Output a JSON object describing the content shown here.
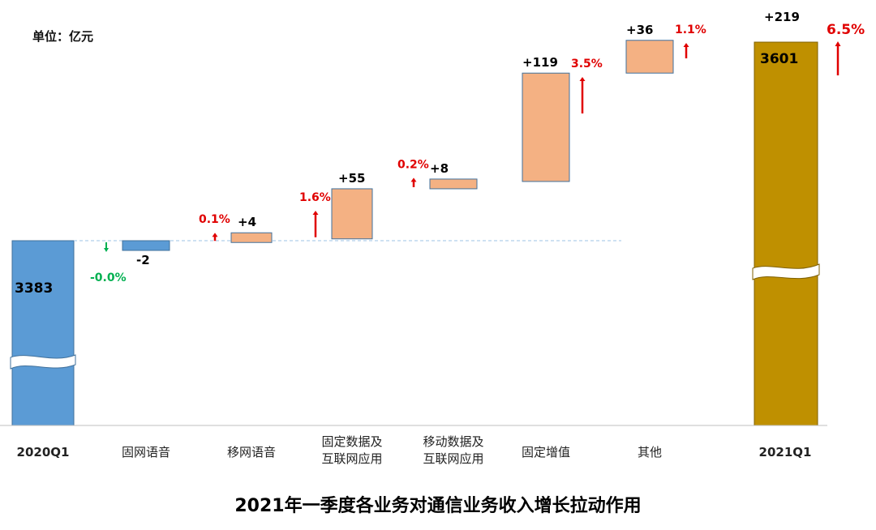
{
  "unit_label": "单位：亿元",
  "colors": {
    "start_bar": "#5b9bd5",
    "start_bar_edge": "#41719c",
    "end_bar": "#bf9000",
    "end_bar_edge": "#7f6000",
    "increase_bar": "#f4b183",
    "increase_bar_edge": "#41719c",
    "decrease_bar": "#5b9bd5",
    "up_arrow": "#e00000",
    "down_arrow": "#00b050",
    "baseline": "#9dc3e6"
  },
  "chart_data": {
    "type": "bar",
    "subtype": "waterfall",
    "title": "2021年一季度各业务对通信业务收入增长拉动作用",
    "unit": "亿元",
    "axis_break": true,
    "categories": [
      "2020Q1",
      "固网语音",
      "移网语音",
      "固定数据及互联网应用",
      "移动数据及互联网应用",
      "固定增值",
      "其他",
      "2021Q1"
    ],
    "category_lines": [
      [
        "2020Q1"
      ],
      [
        "固网语音"
      ],
      [
        "移网语音"
      ],
      [
        "固定数据及",
        "互联网应用"
      ],
      [
        "移动数据及",
        "互联网应用"
      ],
      [
        "固定增值"
      ],
      [
        "其他"
      ],
      [
        "2021Q1"
      ]
    ],
    "start": {
      "label": "2020Q1",
      "value": 3383,
      "value_label": "3383"
    },
    "changes": [
      {
        "category": "固网语音",
        "value": -2,
        "label": "-2",
        "contribution": "-0.0%",
        "direction": "down"
      },
      {
        "category": "移网语音",
        "value": 4,
        "label": "+4",
        "contribution": "0.1%",
        "direction": "up"
      },
      {
        "category": "固定数据及互联网应用",
        "value": 55,
        "label": "+55",
        "contribution": "1.6%",
        "direction": "up"
      },
      {
        "category": "移动数据及互联网应用",
        "value": 8,
        "label": "+8",
        "contribution": "0.2%",
        "direction": "up"
      },
      {
        "category": "固定增值",
        "value": 119,
        "label": "+119",
        "contribution": "3.5%",
        "direction": "up"
      },
      {
        "category": "其他",
        "value": 36,
        "label": "+36",
        "contribution": "1.1%",
        "direction": "up"
      }
    ],
    "end": {
      "label": "2021Q1",
      "value": 3601,
      "value_label": "3601",
      "total_change_label": "+219",
      "total_growth": "6.5%"
    }
  }
}
